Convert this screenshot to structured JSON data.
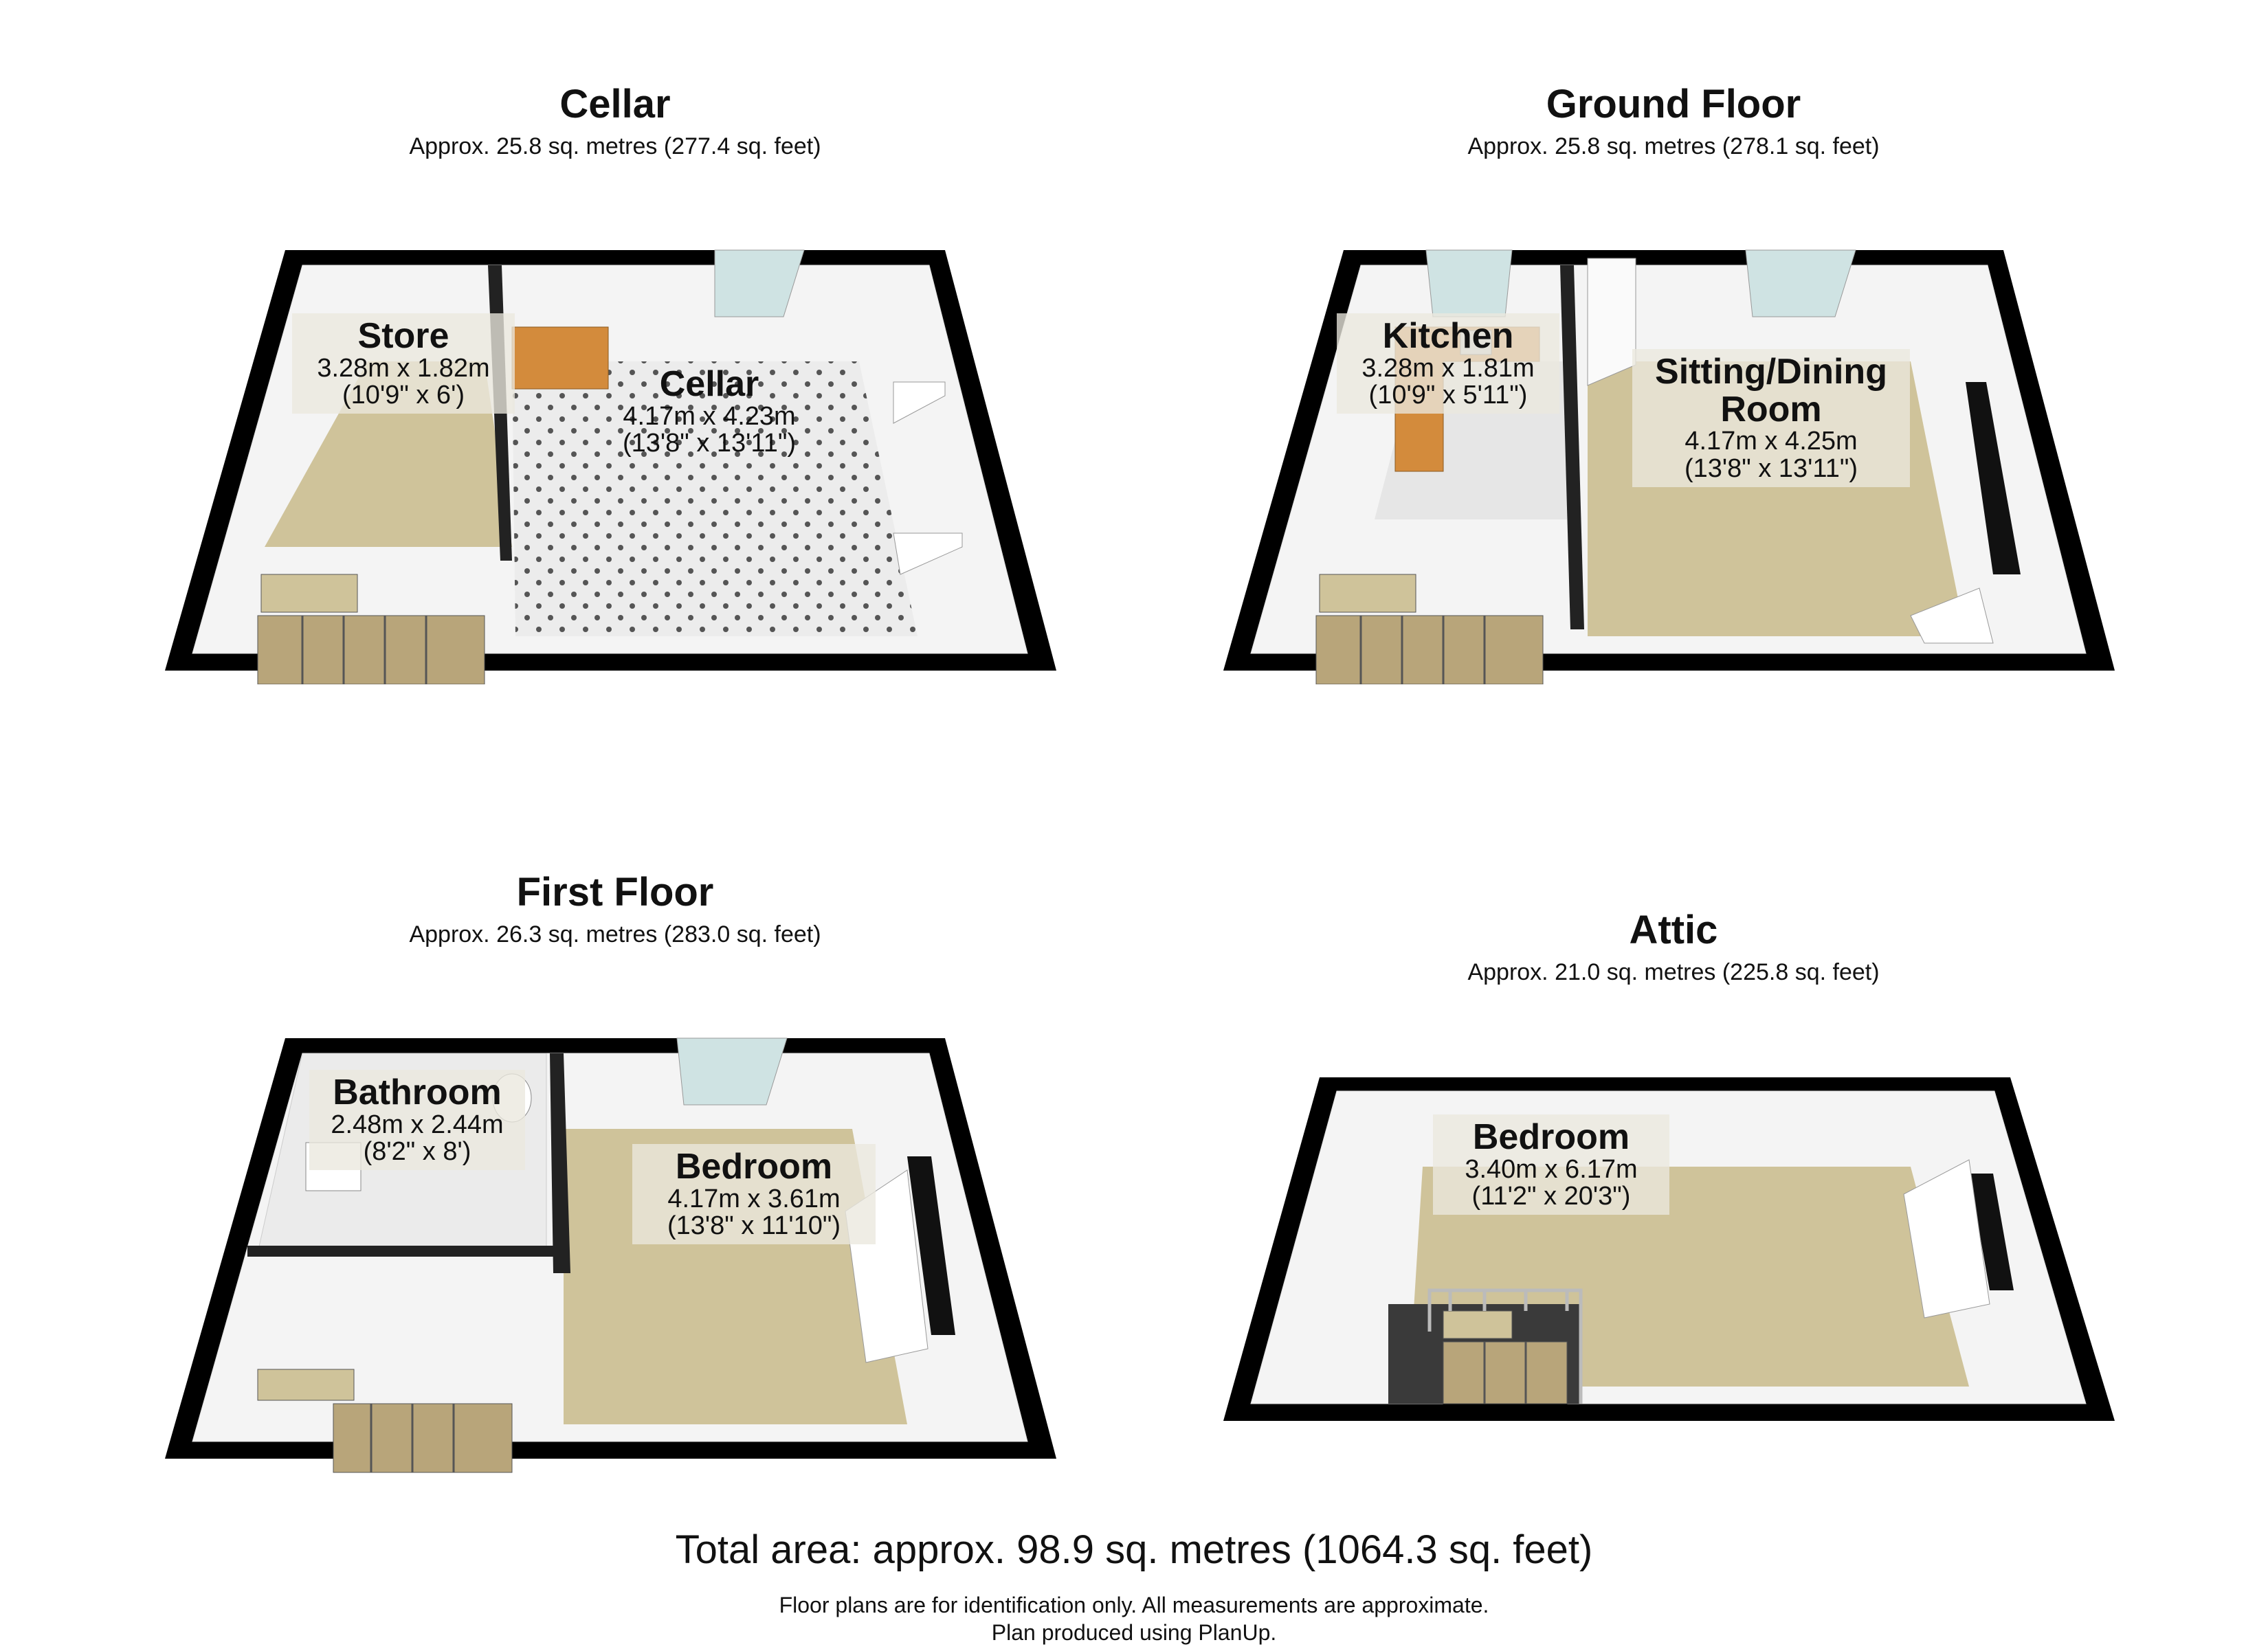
{
  "colors": {
    "wall": "#000000",
    "wall_face": "#f4f4f4",
    "carpet": "#cfc39a",
    "tile_floor": "#e9e9e9",
    "stairs": "#b8a57a",
    "window": "#cfe3e3",
    "worktop": "#d38b3c"
  },
  "plans": [
    {
      "id": "cellar",
      "title": "Cellar",
      "area": "Approx. 25.8 sq. metres (277.4 sq. feet)",
      "rooms": [
        {
          "name": "Store",
          "size_m": "3.28m x 1.82m",
          "size_ft": "(10'9\" x 6')"
        },
        {
          "name": "Cellar",
          "size_m": "4.17m x 4.23m",
          "size_ft": "(13'8\" x 13'11\")"
        }
      ]
    },
    {
      "id": "ground",
      "title": "Ground Floor",
      "area": "Approx. 25.8 sq. metres (278.1 sq. feet)",
      "rooms": [
        {
          "name": "Kitchen",
          "size_m": "3.28m x 1.81m",
          "size_ft": "(10'9\" x 5'11\")"
        },
        {
          "name": "Sitting/Dining Room",
          "name_line1": "Sitting/Dining",
          "name_line2": "Room",
          "size_m": "4.17m x 4.25m",
          "size_ft": "(13'8\" x 13'11\")"
        }
      ]
    },
    {
      "id": "first",
      "title": "First Floor",
      "area": "Approx. 26.3 sq. metres (283.0 sq. feet)",
      "rooms": [
        {
          "name": "Bathroom",
          "size_m": "2.48m x 2.44m",
          "size_ft": "(8'2\" x 8')"
        },
        {
          "name": "Bedroom",
          "size_m": "4.17m x 3.61m",
          "size_ft": "(13'8\" x 11'10\")"
        }
      ]
    },
    {
      "id": "attic",
      "title": "Attic",
      "area": "Approx. 21.0 sq. metres (225.8 sq. feet)",
      "rooms": [
        {
          "name": "Bedroom",
          "size_m": "3.40m x 6.17m",
          "size_ft": "(11'2\" x 20'3\")"
        }
      ]
    }
  ],
  "footer": {
    "total": "Total area: approx. 98.9 sq. metres (1064.3 sq. feet)",
    "disclaimer": "Floor plans are for identification only. All measurements are approximate.",
    "credit": "Plan produced using PlanUp."
  }
}
